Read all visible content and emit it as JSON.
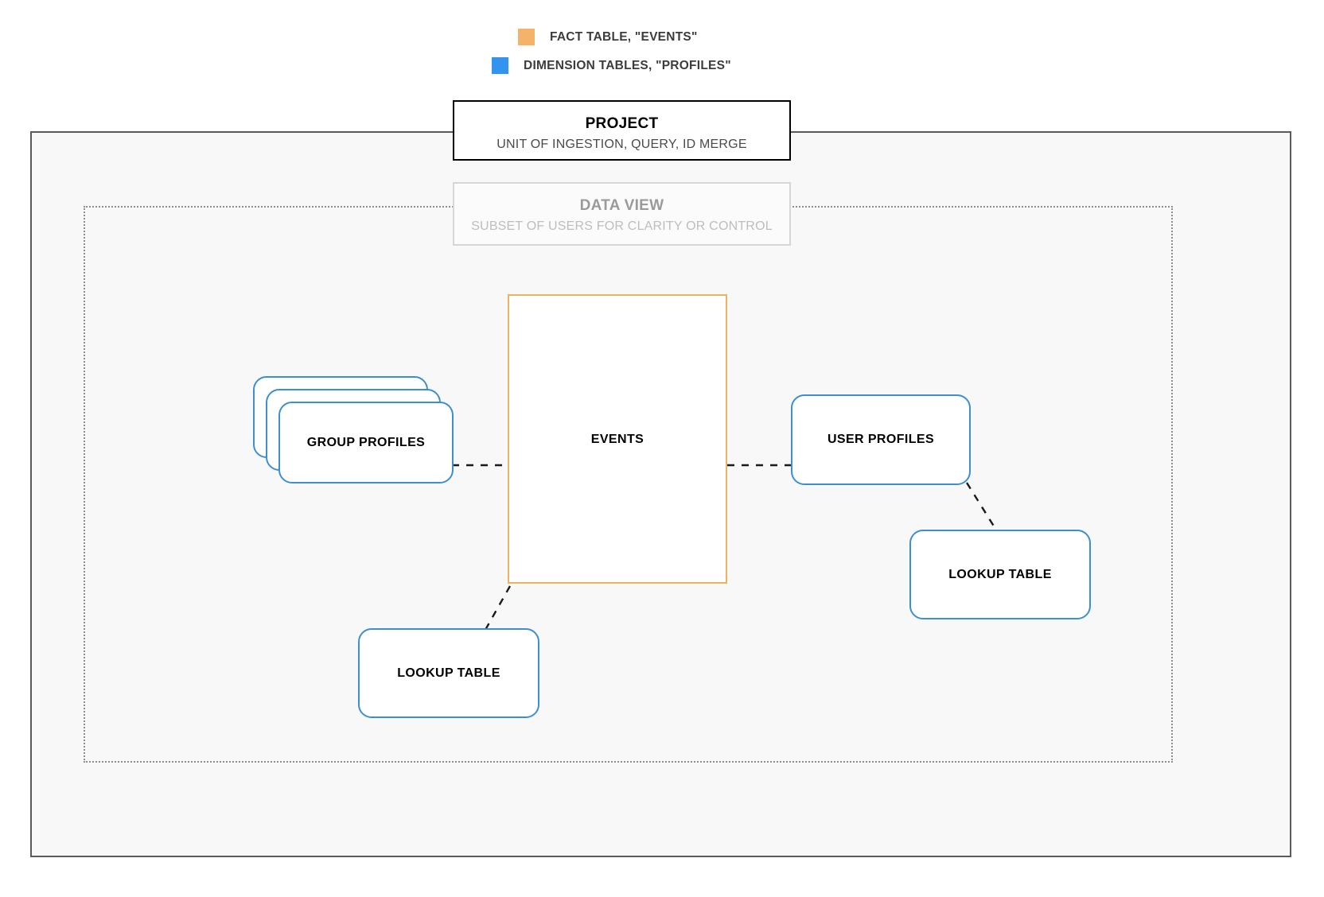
{
  "legend": {
    "items": [
      {
        "label": "FACT TABLE, \"EVENTS\"",
        "color": "#f4b368",
        "icon": "orange-square-swatch"
      },
      {
        "label": "DIMENSION TABLES, \"PROFILES\"",
        "color": "#3394ef",
        "icon": "blue-square-swatch"
      }
    ]
  },
  "project": {
    "title": "PROJECT",
    "subtitle": "UNIT OF INGESTION, QUERY, ID MERGE",
    "border_color": "#000000"
  },
  "data_view": {
    "title": "DATA VIEW",
    "subtitle": "SUBSET OF USERS FOR CLARITY OR CONTROL",
    "border_color": "#d6d6d6",
    "text_color": "#9a9a9a"
  },
  "fact_table": {
    "label": "EVENTS",
    "border_color": "#efb261"
  },
  "dimension_tables": {
    "border_color": "#3d8fd0",
    "group_profiles": {
      "label": "GROUP PROFILES",
      "stack_count": 3
    },
    "user_profiles": {
      "label": "USER PROFILES"
    },
    "lookup_table_left": {
      "label": "LOOKUP TABLE"
    },
    "lookup_table_right": {
      "label": "LOOKUP TABLE"
    }
  },
  "connectors": {
    "style": "dashed",
    "color": "#1a1a1a",
    "links": [
      {
        "from": "group-profiles",
        "to": "events"
      },
      {
        "from": "events",
        "to": "user-profiles"
      },
      {
        "from": "events",
        "to": "lookup-table-left"
      },
      {
        "from": "user-profiles",
        "to": "lookup-table-right"
      }
    ]
  }
}
